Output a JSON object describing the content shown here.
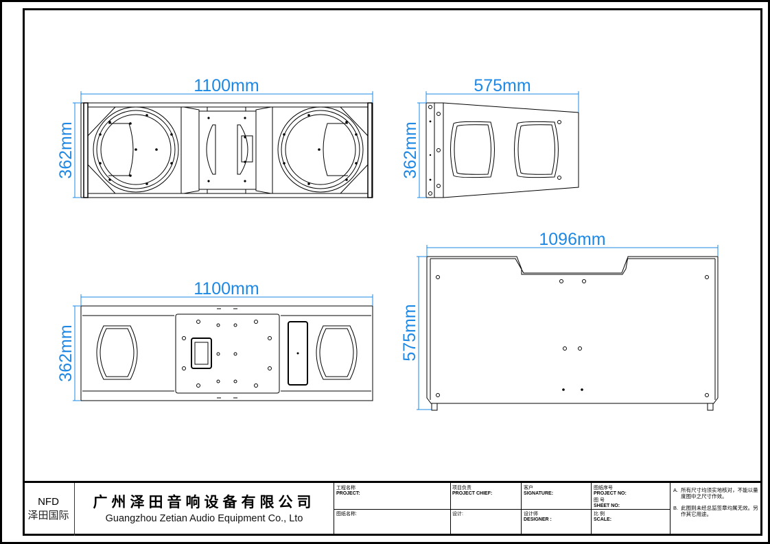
{
  "drawing": {
    "front_view": {
      "width_label": "1100mm",
      "height_label": "362mm"
    },
    "side_view": {
      "width_label": "575mm",
      "height_label": "362mm"
    },
    "rear_view": {
      "width_label": "1100mm",
      "height_label": "362mm"
    },
    "top_view": {
      "width_label": "1096mm",
      "height_label": "575mm"
    },
    "dimension_color": "#1e88e5"
  },
  "title_block": {
    "brand": {
      "en": "NFD",
      "cn": "泽田国际"
    },
    "company": {
      "cn": "广州泽田音响设备有限公司",
      "en": "Guangzhou Zetian Audio Equipment Co., Lto"
    },
    "fields": {
      "project": {
        "cn": "工程名称",
        "en": "PROJECT:"
      },
      "drawing_name": {
        "cn": "图纸名称:"
      },
      "project_chief": {
        "cn": "项目负责",
        "en": "PROJECT CHIEF:"
      },
      "design": {
        "cn": "设计:"
      },
      "customer": {
        "cn": "客户",
        "en": "SIGNATURE:"
      },
      "designer": {
        "cn": "设计师",
        "en": "DESIGNER :"
      },
      "project_no": {
        "cn": "图纸序号",
        "en": "PROJECT NO:"
      },
      "sheet_no": {
        "cn": "图  号",
        "en": "SHEET  NO:"
      },
      "scale": {
        "cn": "比  例",
        "en": "SCALE:"
      }
    },
    "notes": {
      "a_label": "A.",
      "a_text": "所有尺寸均须实地核对，不能以量度图中之尺寸作效。",
      "b_label": "B.",
      "b_text": "此图则未经总监签章均属无效。另作其它用途。"
    }
  }
}
